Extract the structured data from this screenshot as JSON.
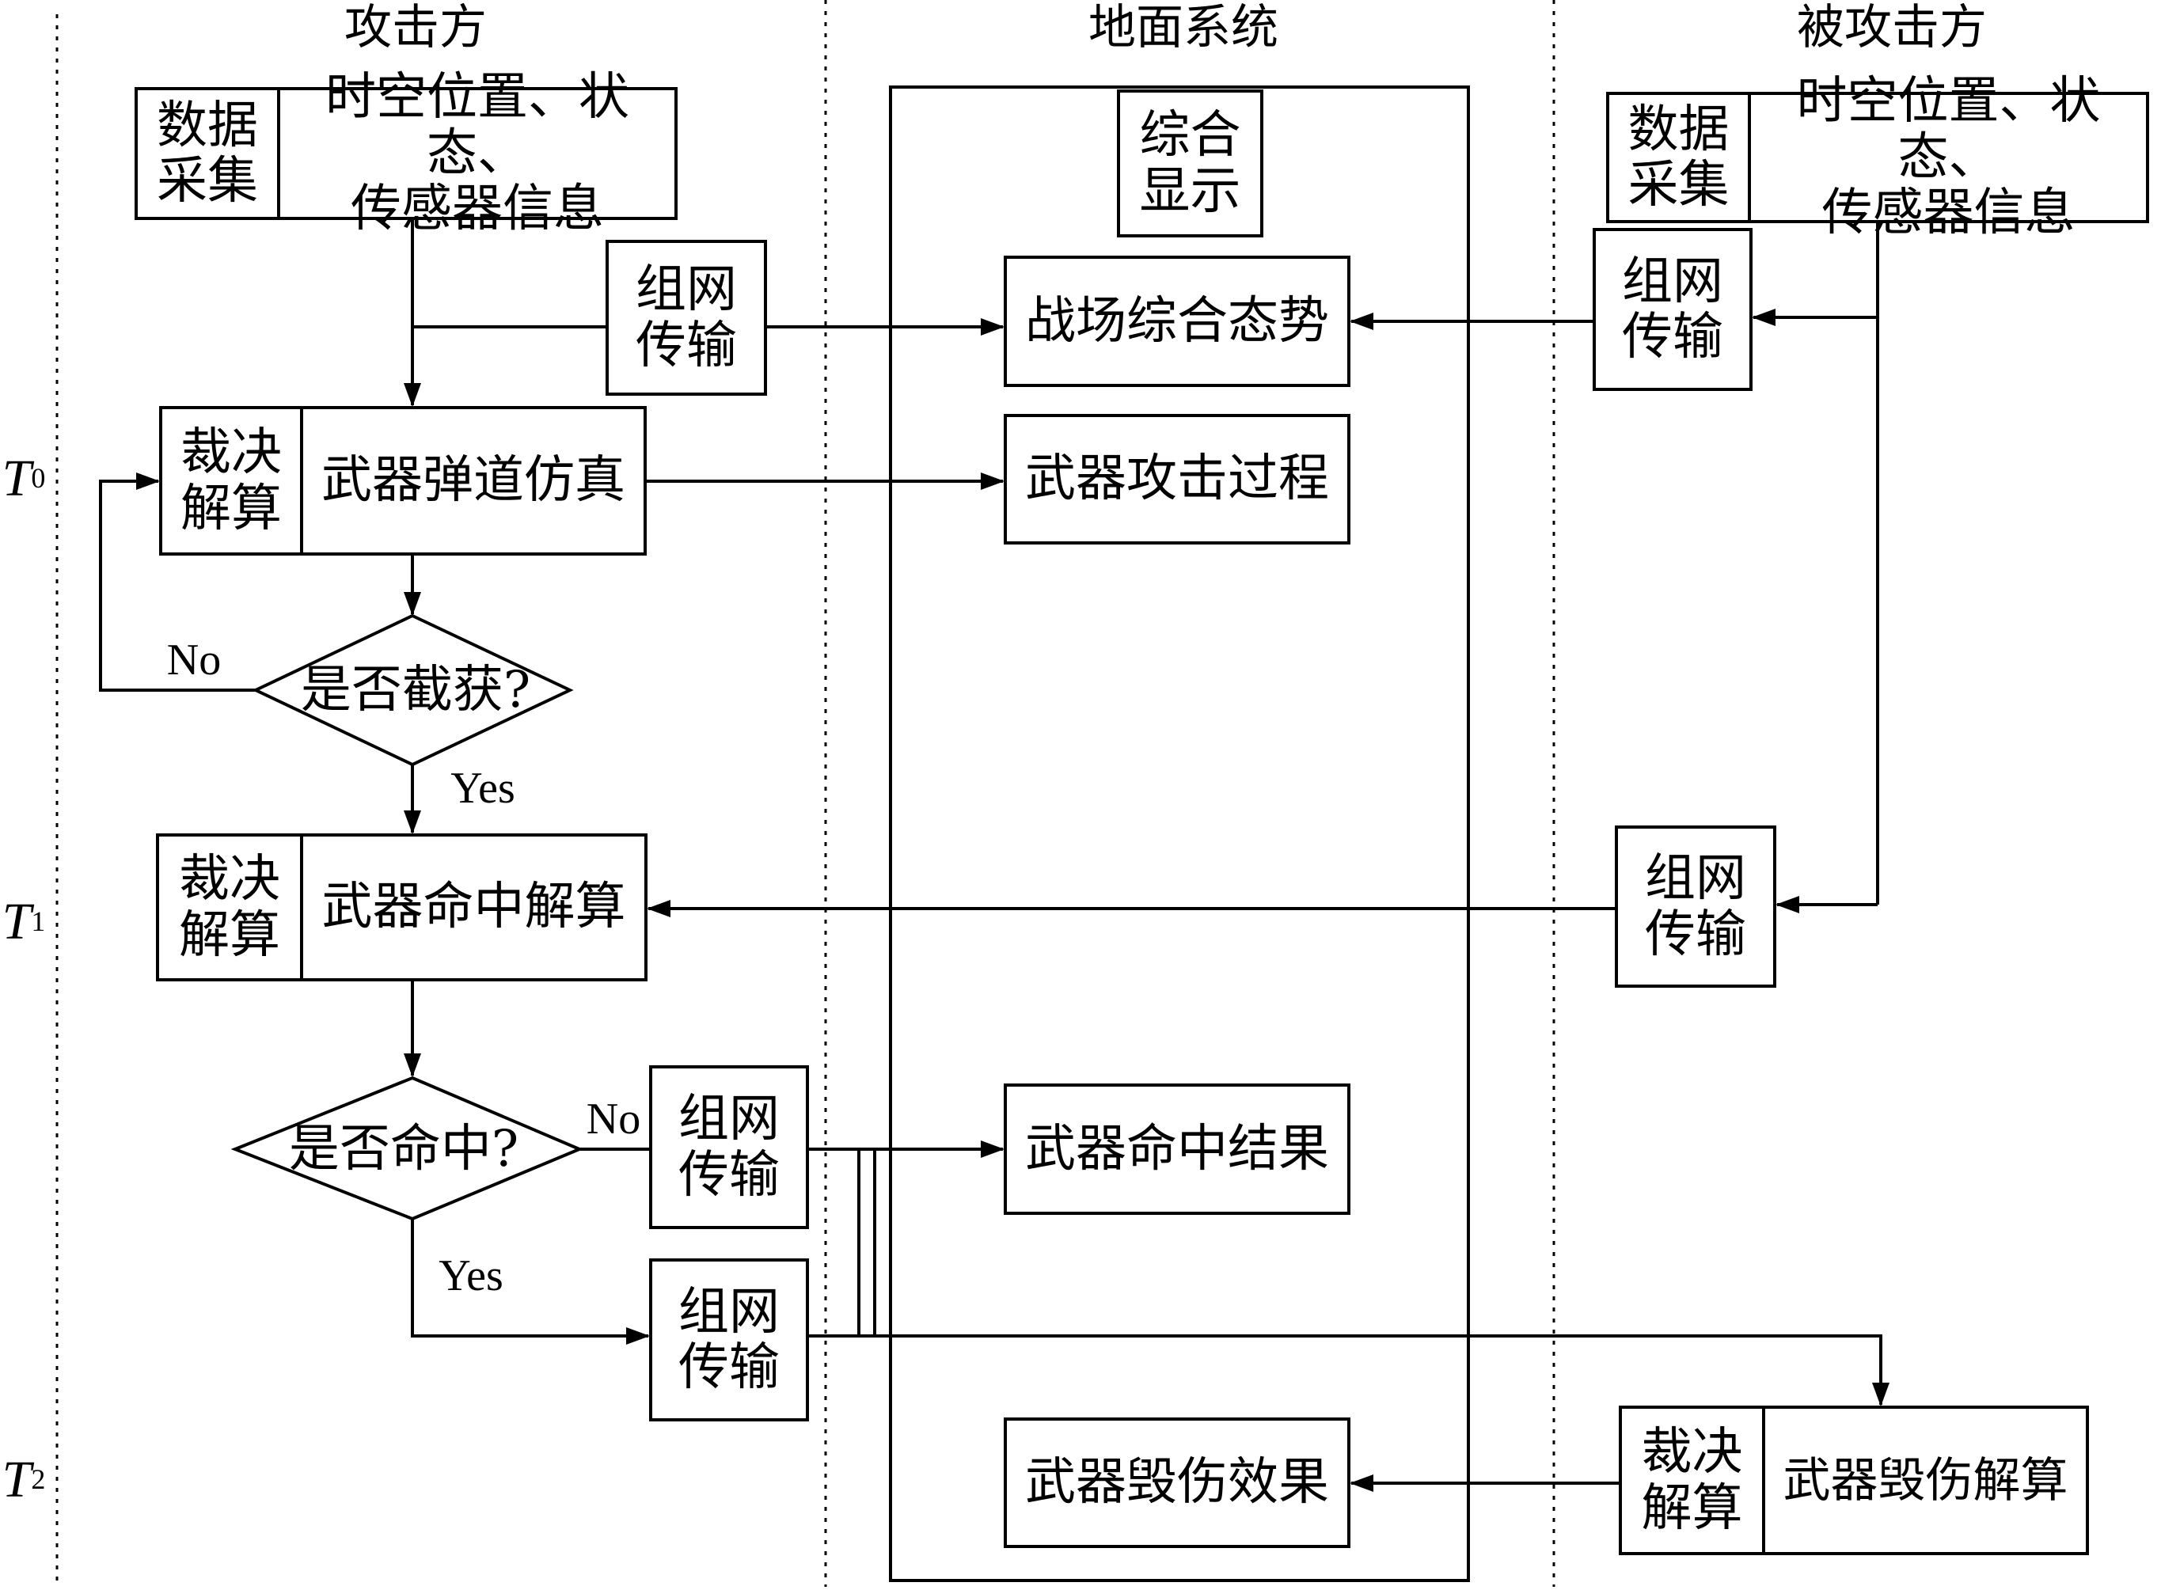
{
  "lanes": {
    "attacker": "攻击方",
    "ground": "地面系统",
    "target": "被攻击方"
  },
  "time_marks": [
    {
      "letter": "T",
      "sub": "0"
    },
    {
      "letter": "T",
      "sub": "1"
    },
    {
      "letter": "T",
      "sub": "2"
    }
  ],
  "nodes": {
    "atk_collect_left": "数据\n采集",
    "atk_collect_right": "时空位置、状态、\n传感器信息",
    "atk_net1": "组网\n传输",
    "atk_judge1_left": "裁决\n解算",
    "atk_judge1_right": "武器弹道仿真",
    "atk_dec1": "是否截获?",
    "atk_judge2_left": "裁决\n解算",
    "atk_judge2_right": "武器命中解算",
    "atk_dec2": "是否命中?",
    "atk_net2": "组网\n传输",
    "atk_net3": "组网\n传输",
    "gnd_display": "综合\n显示",
    "gnd_situation": "战场综合态势",
    "gnd_attack": "武器攻击过程",
    "gnd_hit": "武器命中结果",
    "gnd_damage": "武器毁伤效果",
    "tgt_collect_left": "数据\n采集",
    "tgt_collect_right": "时空位置、状态、\n传感器信息",
    "tgt_net1": "组网\n传输",
    "tgt_net2": "组网\n传输",
    "tgt_judge_left": "裁决\n解算",
    "tgt_judge_right": "武器毁伤解算"
  },
  "edge_labels": {
    "no1": "No",
    "yes1": "Yes",
    "no2": "No",
    "yes2": "Yes"
  }
}
